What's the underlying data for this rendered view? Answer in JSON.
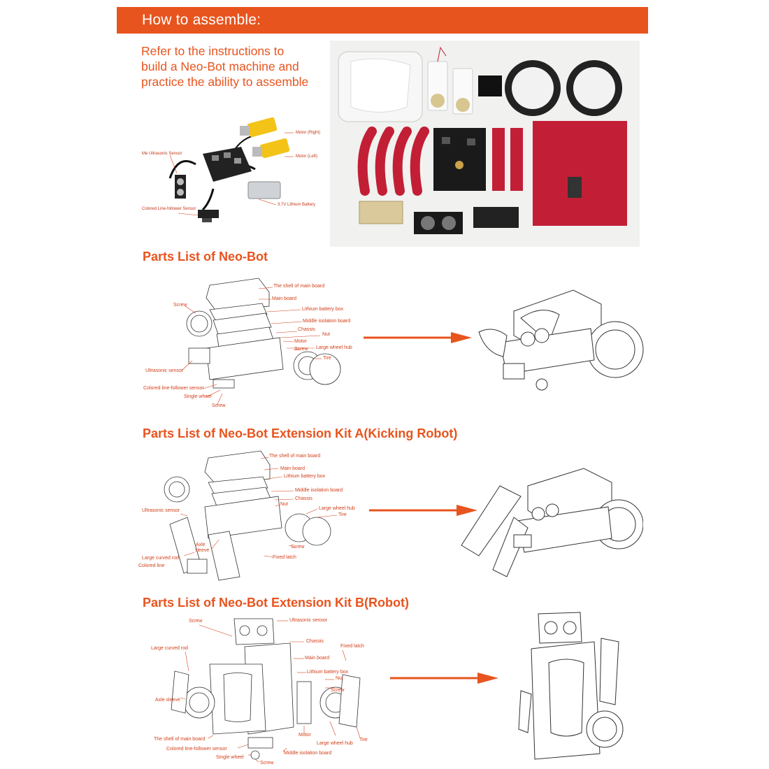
{
  "header": {
    "title": "How to assemble:"
  },
  "intro": {
    "lines": [
      "Refer to the instructions to",
      "build a Neo-Bot machine and",
      "practice the ability to assemble"
    ]
  },
  "wiring": {
    "labels": {
      "motor_right": "Motor (Right)",
      "motor_left": "Motor (Left)",
      "ultrasonic": "Me Ultrasonic Sensor",
      "battery": "3.7V Lithium Battery",
      "line_follower": "Colored Line-follower Sensor"
    }
  },
  "sections": [
    {
      "title": "Parts List of Neo-Bot",
      "labels": {
        "shell": "The shell of main board",
        "main_board": "Main board",
        "screw_top": "Screw",
        "battery_box": "Lithium battery box",
        "isolation": "Middle isolation board",
        "chassis": "Chassis",
        "nut": "Nut",
        "motor": "Motor",
        "screw_mid": "Screw",
        "wheel_hub": "Large wheel hub",
        "tire": "Tire",
        "ultrasonic": "Ultrasonic  sensor",
        "line_follower": "Colored line-follower sensor",
        "single_wheel": "Single  wheel",
        "screw_bottom": "Screw"
      }
    },
    {
      "title": "Parts List of Neo-Bot Extension Kit A(Kicking Robot)",
      "labels": {
        "shell": "The shell of main board",
        "main_board": "Main board",
        "battery_box": "Lithium battery box",
        "isolation": "Middle isolation board",
        "chassis": "Chassis",
        "nut": "Nut",
        "wheel_hub": "Large wheel hub",
        "tire": "Tire",
        "ultrasonic": "Ultrasonic sensor",
        "axle_sleeve_1": "Axle",
        "axle_sleeve_2": "sleeve",
        "screw": "Screw",
        "curved_rod": "Large curved rod",
        "fixed_latch": "Fixed latch",
        "colored_line": "Colored line"
      }
    },
    {
      "title": "Parts List of Neo-Bot Extension Kit B(Robot)",
      "labels": {
        "screw_top": "Screw",
        "ultrasonic": "Ultrasonic sensor",
        "chassis": "Chassis",
        "curved_rod": "Large curved rod",
        "fixed_latch": "Fixed latch",
        "main_board": "Main board",
        "battery_box": "Lithium battery box",
        "nut": "Nut",
        "screw_mid": "Screw",
        "axle_sleeve": "Axle sleeve",
        "shell": "The shell of main board",
        "motor": "Motor",
        "wheel_hub": "Large wheel hub",
        "tire": "Tire",
        "line_follower": "Colored line-follower sensor",
        "single_wheel": "Single wheel",
        "screw_bottom": "Screw",
        "isolation": "Middle isolation board"
      }
    }
  ],
  "colors": {
    "accent": "#e8541e",
    "label": "#d2401a",
    "photo_red": "#c21f36"
  }
}
